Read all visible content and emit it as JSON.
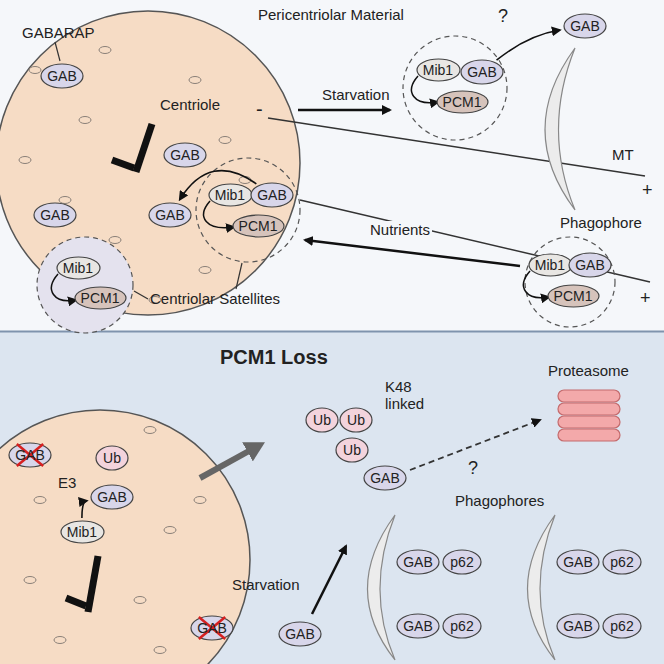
{
  "diagram": {
    "nodes": [
      {
        "text": [
          "Pericentriolar Material"
        ]
      },
      {
        "text": [
          "GAB"
        ],
        "in": 0
      },
      {
        "text": [
          "GAB"
        ],
        "in": 0
      },
      {
        "text": [
          "GAB"
        ],
        "in": 0
      },
      {
        "text": [
          "GAB"
        ],
        "in": 0
      },
      {
        "text": [
          "Mib1"
        ]
      },
      {
        "text": [
          "GAB"
        ]
      },
      {
        "text": [
          "PCM1"
        ]
      },
      {
        "text": [
          "GAB"
        ]
      },
      {
        "text": [
          "Mib1"
        ]
      },
      {
        "text": [
          "GAB"
        ]
      },
      {
        "text": [
          "PCM1"
        ]
      },
      {
        "text": [
          "Mib1"
        ]
      },
      {
        "text": [
          "PCM1"
        ]
      },
      {
        "text": [
          "Mib1"
        ]
      },
      {
        "text": [
          "GAB"
        ]
      },
      {
        "text": [
          "PCM1"
        ]
      },
      {
        "text": [
          "GAB"
        ]
      },
      {
        "text": [
          "Ub"
        ]
      },
      {
        "text": [
          "GAB"
        ]
      },
      {
        "text": [
          "Mib1"
        ]
      },
      {
        "text": [
          "GAB"
        ]
      },
      {
        "text": [
          "Ub"
        ]
      },
      {
        "text": [
          "Ub"
        ]
      },
      {
        "text": [
          "Ub"
        ]
      },
      {
        "text": [
          "GAB"
        ]
      },
      {
        "text": [
          "GAB"
        ]
      },
      {
        "text": [
          "GAB"
        ]
      },
      {
        "text": [
          "p62"
        ]
      },
      {
        "text": [
          "GAB"
        ]
      },
      {
        "text": [
          "p62"
        ]
      },
      {
        "text": [
          "GAB"
        ]
      },
      {
        "text": [
          "p62"
        ]
      },
      {
        "text": [
          "GAB"
        ]
      },
      {
        "text": [
          "p62"
        ]
      }
    ],
    "edges": [
      {
        "from": 6,
        "to": 8,
        "arrow": "to"
      },
      {
        "from": 10,
        "to": 4,
        "arrow": "to"
      },
      {
        "from": 20,
        "to": 19,
        "arrow": "to"
      }
    ],
    "labels": [
      "GABARAP",
      "Centriole",
      "-",
      "Starvation",
      "?",
      "MT",
      "+",
      "Phagophore",
      "Nutrients",
      "+",
      "Centriolar Satellites",
      "PCM1 Loss",
      "E3",
      "K48 linked",
      "?",
      "Proteasome",
      "Starvation",
      "Phagophores"
    ]
  }
}
